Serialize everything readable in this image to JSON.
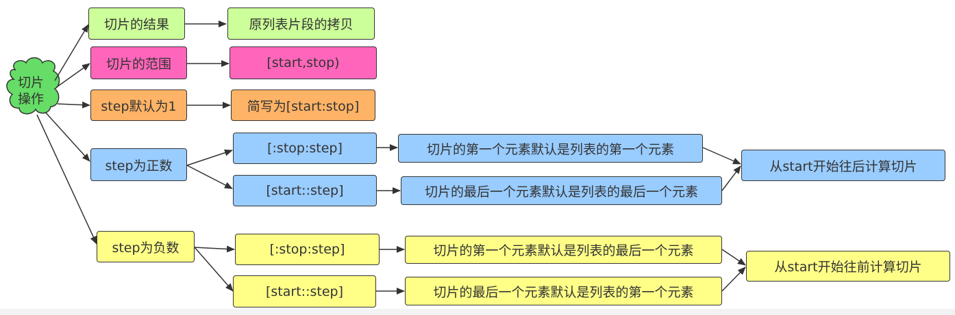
{
  "root": {
    "line1": "切片",
    "line2": "操作"
  },
  "nodes": {
    "slice_result": "切片的结果",
    "slice_copy": "原列表片段的拷贝",
    "slice_range": "切片的范围",
    "start_stop": "[start,stop)",
    "step_default": "step默认为1",
    "short_form": "简写为[start:stop]",
    "step_positive": "step为正数",
    "pos_stop_step": "[:stop:step]",
    "pos_start_step": "[start::step]",
    "pos_first_elem": "切片的第一个元素默认是列表的第一个元素",
    "pos_last_elem": "切片的最后一个元素默认是列表的最后一个元素",
    "from_start_back": "从start开始往后计算切片",
    "step_negative": "step为负数",
    "neg_stop_step": "[:stop:step]",
    "neg_start_step": "[start::step]",
    "neg_first_elem": "切片的第一个元素默认是列表的最后一个元素",
    "neg_last_elem": "切片的最后一个元素默认是列表的第一个元素",
    "from_start_front": "从start开始往前计算切片"
  },
  "colors": {
    "green": "#ccff99",
    "pink": "#ff66bb",
    "orange": "#ffb366",
    "blue": "#99ccff",
    "yellow": "#ffff88",
    "root": "#66dd66"
  }
}
